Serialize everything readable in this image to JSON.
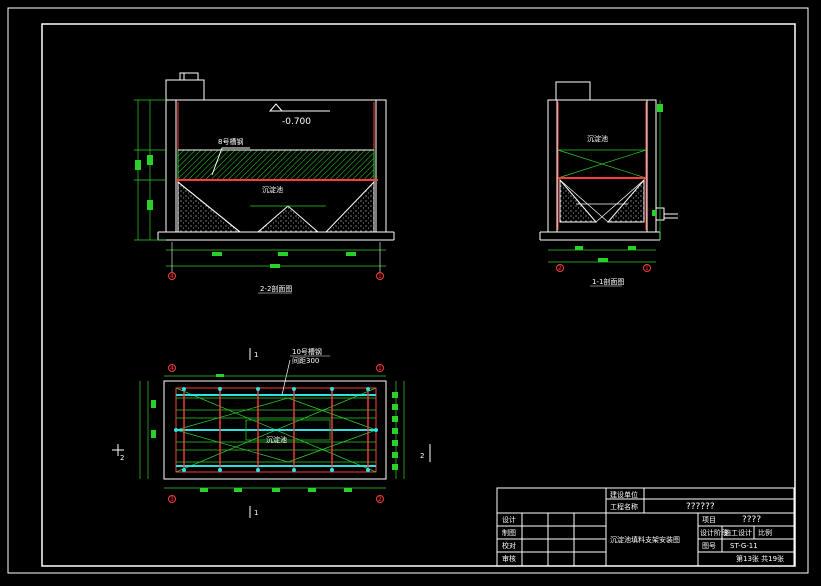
{
  "elevation": {
    "label": "-0.700"
  },
  "section_a": {
    "steel_label": "8号槽钢",
    "tank_label": "沉淀池",
    "title": "2-2剖面图",
    "axis_left": "4",
    "axis_right": "1"
  },
  "section_b": {
    "tank_label": "沉淀池",
    "title": "1-1剖面图",
    "axis_left": "2",
    "axis_right": "1"
  },
  "plan": {
    "steel_label": "10号槽钢",
    "spacing_label": "间距300",
    "tank_label": "沉淀池",
    "cut_mark": "1",
    "side_mark": "2",
    "axis_tl": "4",
    "axis_tr": "1",
    "axis_bl": "3",
    "axis_br": "2"
  },
  "title_block": {
    "unit_label": "建设单位",
    "project_label": "工程名称",
    "project_value": "??????",
    "rows": [
      "设计",
      "制图",
      "校对",
      "审核"
    ],
    "drawing_name": "沉淀池填料支架安装图",
    "item_label": "项目",
    "item_value": "????",
    "stage_label": "设计阶段",
    "stage_value": "施工设计",
    "scale_label": "比例",
    "sheet_label": "图号",
    "sheet_value": "ST-G-11",
    "page_info": "第13张 共19张"
  }
}
